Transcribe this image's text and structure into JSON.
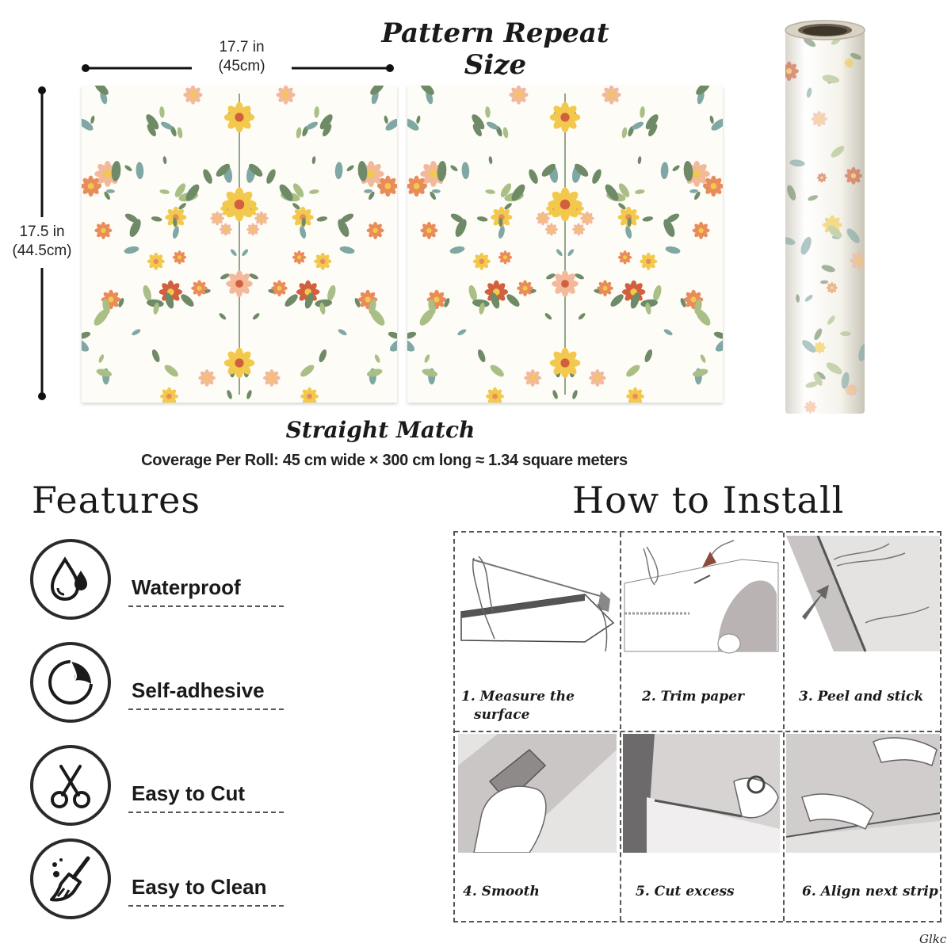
{
  "pattern": {
    "title": "Pattern Repeat Size",
    "width_label": "17.7 in",
    "width_sub": "(45cm)",
    "height_label": "17.5 in",
    "height_sub": "(44.5cm)",
    "match_label": "Straight Match",
    "coverage": "Coverage Per Roll: 45 cm wide × 300 cm long ≈ 1.34 square meters"
  },
  "colors": {
    "leaf_dark": "#6f8a66",
    "leaf_light": "#a9bf86",
    "leaf_teal": "#7fa7a3",
    "flower_yellow": "#f2c94c",
    "flower_orange": "#e98c5a",
    "flower_red": "#d2603f",
    "flower_peach": "#f2b99a",
    "background": "#fdfcf7"
  },
  "features": {
    "title": "Features",
    "items": [
      {
        "label": "Waterproof",
        "icon": "water-drops-icon"
      },
      {
        "label": "Self-adhesive",
        "icon": "peel-sticker-icon"
      },
      {
        "label": "Easy to Cut",
        "icon": "scissors-icon"
      },
      {
        "label": "Easy to Clean",
        "icon": "broom-icon"
      }
    ]
  },
  "install": {
    "title": "How to Install",
    "steps": [
      {
        "line1": "1. Measure the",
        "line2": "surface"
      },
      {
        "line1": "2. Trim paper",
        "line2": ""
      },
      {
        "line1": "3. Peel and stick",
        "line2": ""
      },
      {
        "line1": "4. Smooth",
        "line2": ""
      },
      {
        "line1": "5. Cut excess",
        "line2": ""
      },
      {
        "line1": "6. Align next strip",
        "line2": ""
      }
    ]
  },
  "brand": "Glkc"
}
